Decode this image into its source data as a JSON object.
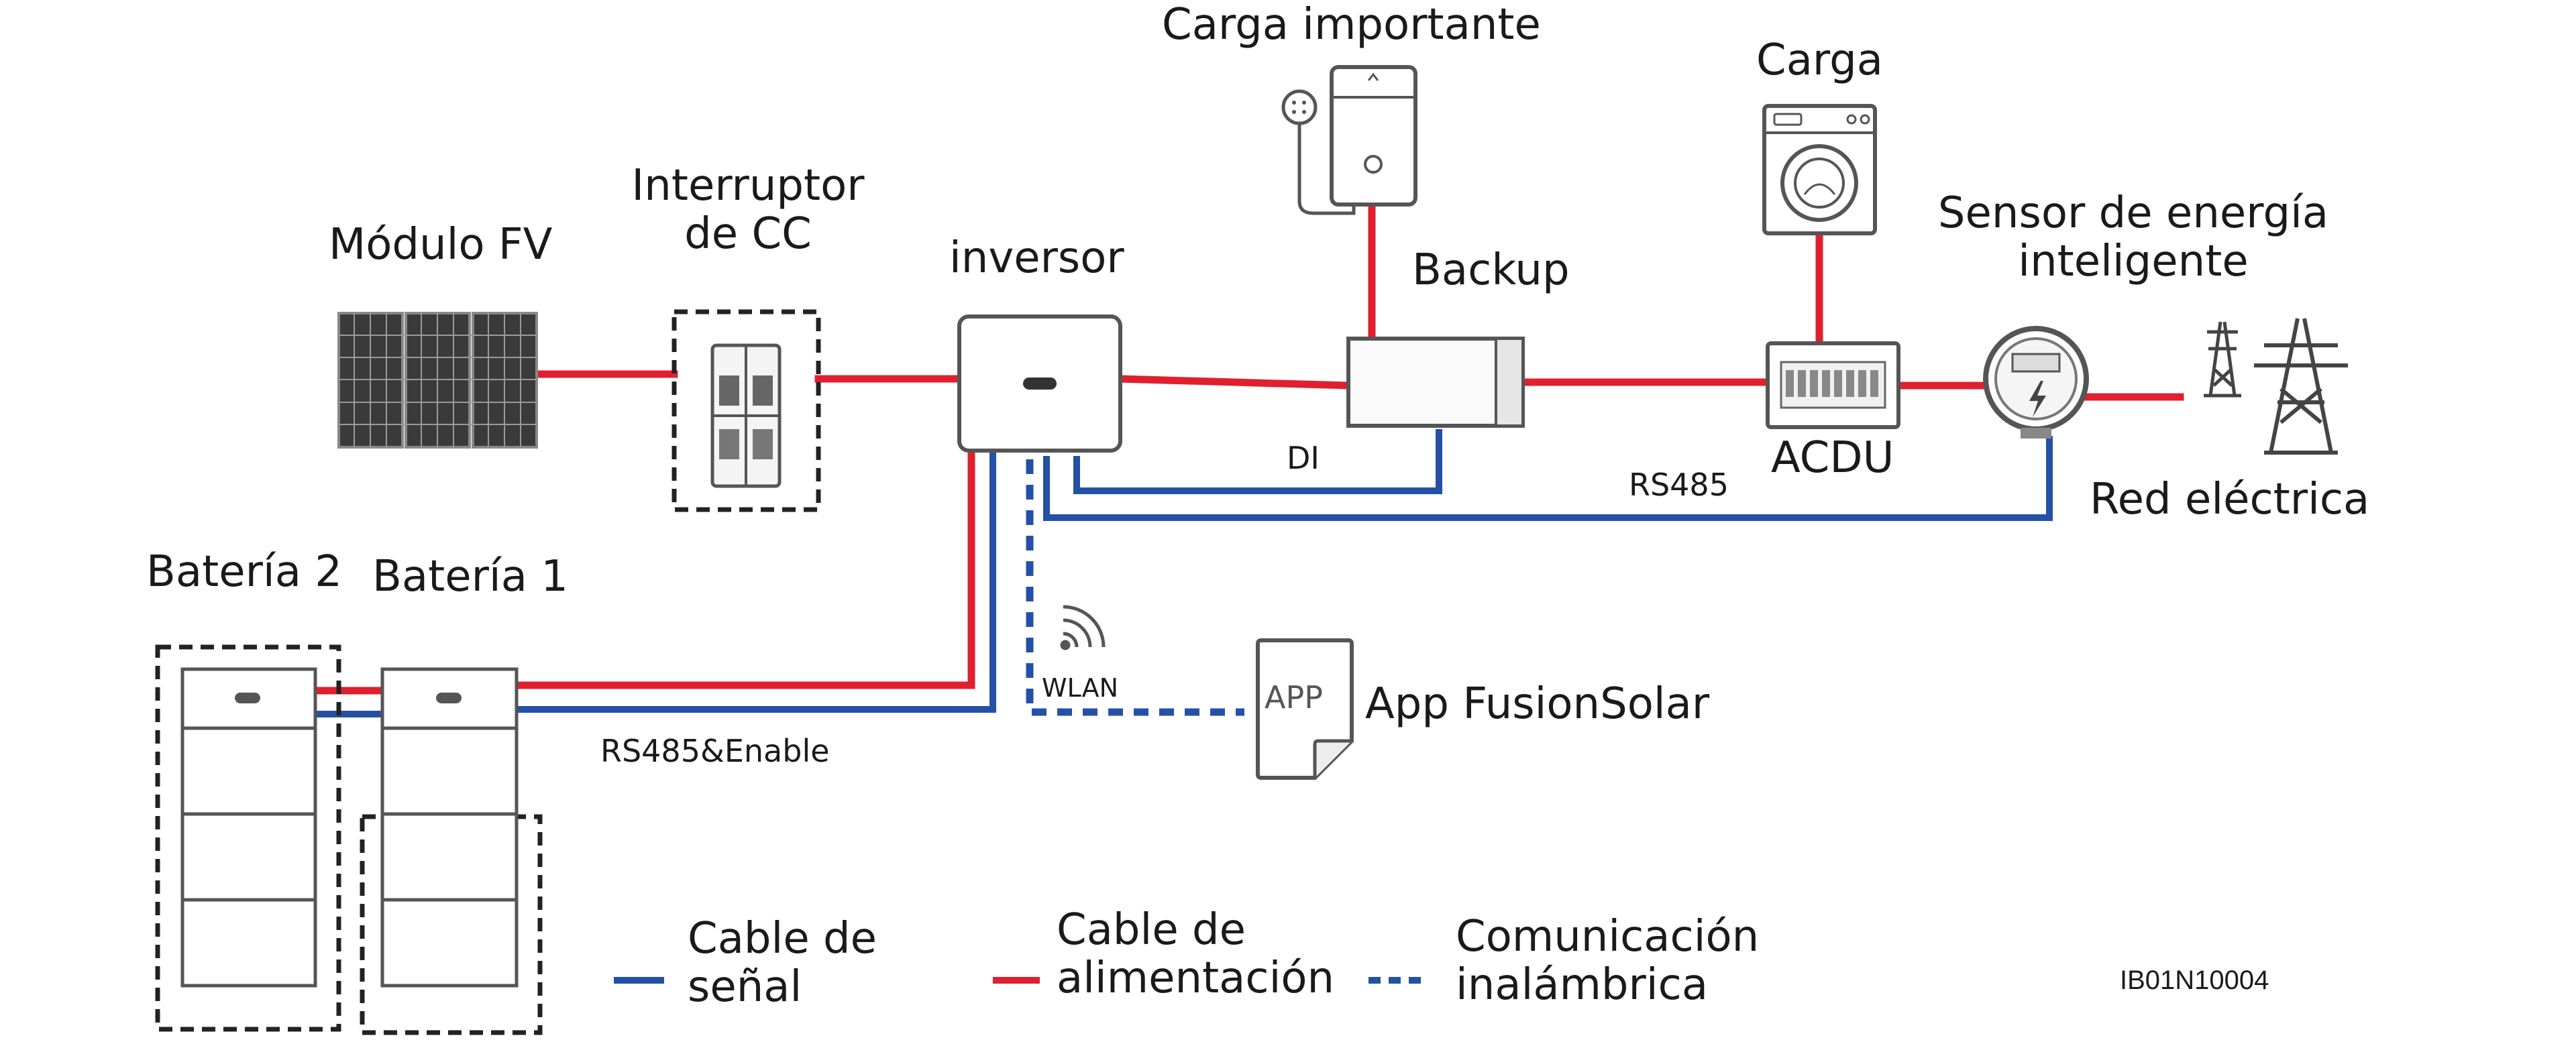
{
  "labels": {
    "modulo_fv": "Módulo FV",
    "interruptor_l1": "Interruptor",
    "interruptor_l2": "de CC",
    "inversor": "inversor",
    "carga_importante": "Carga importante",
    "backup": "Backup",
    "carga": "Carga",
    "sensor_l1": "Sensor de energía",
    "sensor_l2": "inteligente",
    "acdu": "ACDU",
    "red": "Red eléctrica",
    "di": "DI",
    "rs485": "RS485",
    "bateria2": "Batería 2",
    "bateria1": "Batería 1",
    "rs485_enable": "RS485&Enable",
    "wlan": "WLAN",
    "app_icon": "APP",
    "app_name": "App FusionSolar",
    "image_code": "IB01N10004"
  },
  "legend": [
    {
      "line1": "Cable de",
      "line2": "señal",
      "style": "solid",
      "color": "#2451a6"
    },
    {
      "line1": "Cable de",
      "line2": "alimentación",
      "style": "solid",
      "color": "#e0202e"
    },
    {
      "line1": "Comunicación",
      "line2": "inalámbrica",
      "style": "dashed",
      "color": "#2451a6"
    }
  ],
  "colors": {
    "power_cable": "#e0202e",
    "signal_cable": "#2451a6",
    "device_outline": "#555555",
    "dashed_group": "#222222"
  }
}
